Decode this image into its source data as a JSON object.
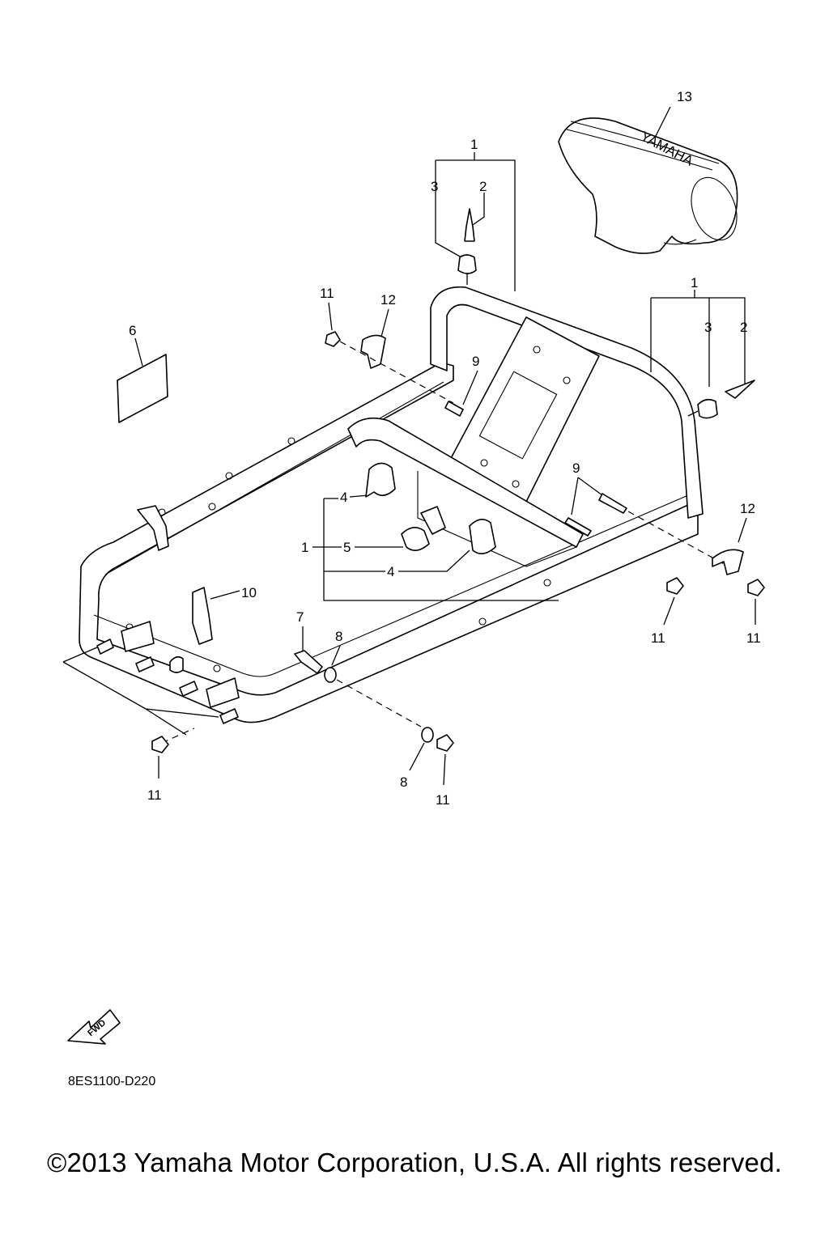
{
  "callouts": {
    "c1_top": "1",
    "c2_top": "2",
    "c3_top": "3",
    "c1_right": "1",
    "c2_right": "2",
    "c3_right": "3",
    "c1_left": "1",
    "c4_a": "4",
    "c4_b": "4",
    "c5": "5",
    "c6": "6",
    "c7": "7",
    "c8_a": "8",
    "c8_b": "8",
    "c9_a": "9",
    "c9_b": "9",
    "c10": "10",
    "c11_a": "11",
    "c11_b": "11",
    "c11_c": "11",
    "c11_d": "11",
    "c11_e": "11",
    "c12_a": "12",
    "c12_b": "12",
    "c13": "13"
  },
  "cover_brand": "YAMAHA",
  "fwd_label": "FWD",
  "diagram_code": "8ES1100-D220",
  "copyright": "©2013 Yamaha Motor Corporation, U.S.A. All rights reserved."
}
